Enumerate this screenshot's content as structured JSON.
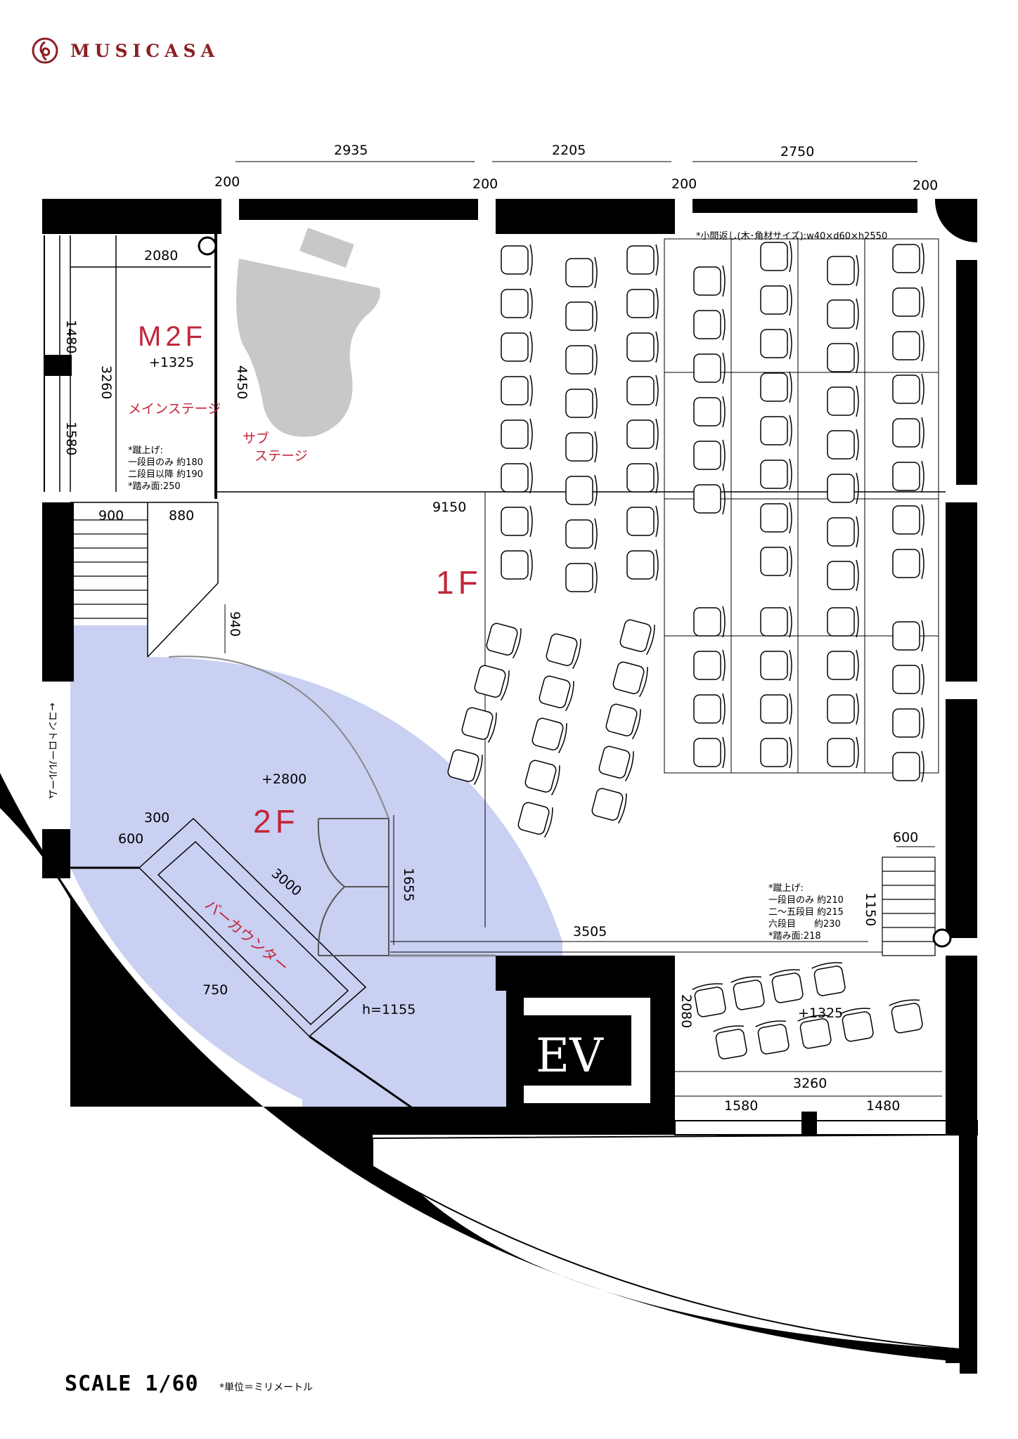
{
  "brand": {
    "name": "MUSICASA",
    "color": "#8b1f24"
  },
  "scale_label": "SCALE 1/60",
  "unit_note": "*単位＝ミリメートル",
  "floors": {
    "m2f": {
      "label": "M2F",
      "level": "+1325",
      "stage": "メインステージ"
    },
    "f1": {
      "label": "1F"
    },
    "f2": {
      "label": "2F",
      "level": "+2800"
    },
    "lower": {
      "level": "+1325"
    }
  },
  "sub_stage": [
    "サブ",
    "ステージ"
  ],
  "bar_counter": {
    "label": "バーカウンター",
    "height": "h=1155"
  },
  "ev": "EV",
  "control_room": "←コントロールルーム",
  "riser_note_stage": [
    "*蹴上げ:",
    "一段目のみ 約180",
    "二段目以降 約190",
    "*踏み面:250"
  ],
  "riser_note_seats": [
    "*蹴上げ:",
    "一段目のみ 約210",
    "二〜五段目 約215",
    "六段目　　約230",
    "*踏み面:218"
  ],
  "beam_note": "*小間返し(木･角材サイズ):w40×d60×h2550",
  "colors": {
    "wall": "#000000",
    "floor2": "#c9d0f2",
    "piano": "#c8c8c8",
    "accent": "#c2263a"
  },
  "dimensions": {
    "top_2935": "2935",
    "top_2205": "2205",
    "top_2750": "2750",
    "top_200a": "200",
    "top_200b": "200",
    "top_200c": "200",
    "top_200d": "200",
    "d2080": "2080",
    "d1480": "1480",
    "d3260": "3260",
    "d1580": "1580",
    "d4450": "4450",
    "d9150": "9150",
    "d900": "900",
    "d880": "880",
    "d940": "940",
    "d300": "300",
    "d600": "600",
    "d3000": "3000",
    "d750": "750",
    "d1655": "1655",
    "d3505": "3505",
    "d600b": "600",
    "d1150": "1150",
    "d2080b": "2080",
    "d3260b": "3260",
    "d1580b": "1580",
    "d1480b": "1480"
  }
}
